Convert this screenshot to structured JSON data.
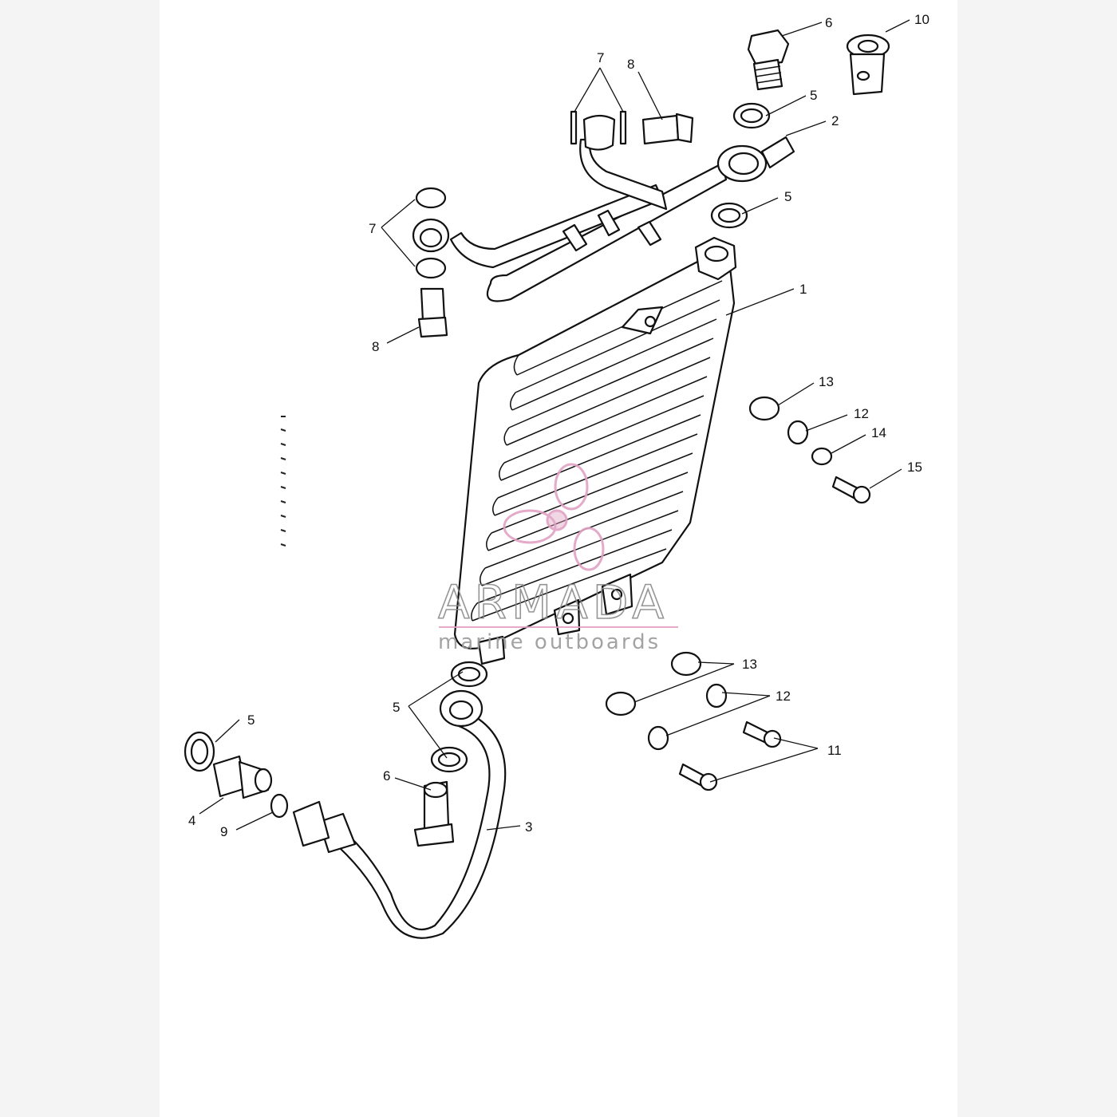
{
  "diagram": {
    "callouts": [
      "1",
      "2",
      "3",
      "4",
      "5",
      "6",
      "7",
      "8",
      "9",
      "10",
      "11",
      "12",
      "13",
      "14",
      "15"
    ],
    "watermark": {
      "brand": "ARMADA",
      "tagline": "marine outboards",
      "accent_color": "#e0a3c4"
    }
  }
}
